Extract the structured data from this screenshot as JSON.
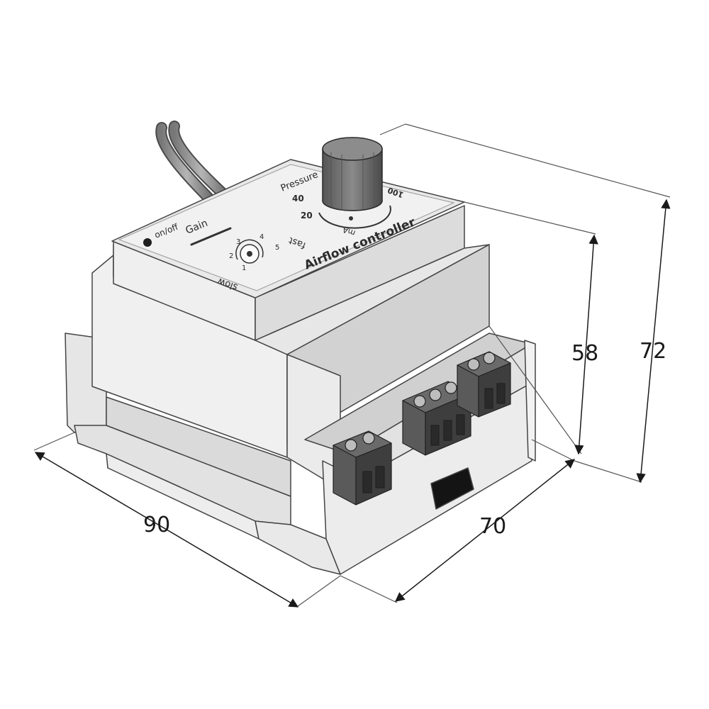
{
  "dimensions": {
    "width": "90",
    "depth": "70",
    "height_body": "58",
    "height_total": "72"
  },
  "panel": {
    "led_label": "on/off",
    "gain_label": "Gain",
    "gain_scale": [
      "1",
      "2",
      "3",
      "4",
      "5"
    ],
    "slow_label": "slow",
    "fast_label": "fast",
    "pressure_label": "Pressure",
    "pressure_scale": [
      "20",
      "40",
      "100"
    ],
    "unit_label": "mA",
    "product_name": "Airflow controller"
  },
  "colors": {
    "housing": "#ececec",
    "housing_shadow": "#d6d6d6",
    "panel": "#e9e9e9",
    "terminal": "#4a4a4a",
    "knob": "#6b6b6b",
    "line": "#333333"
  },
  "icons": {
    "led": "led-indicator-icon",
    "gain_knob": "rotary-dial-icon",
    "pressure_knob": "knob-icon",
    "terminals": "screw-terminal-icon"
  }
}
